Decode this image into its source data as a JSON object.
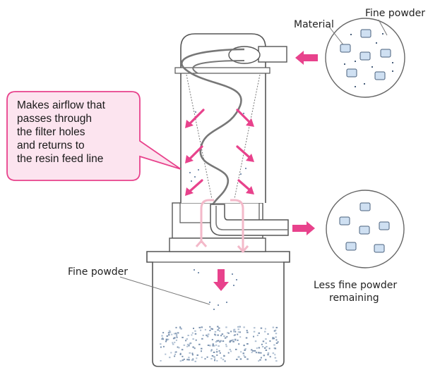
{
  "labels": {
    "material": "Material",
    "fine_powder_top": "Fine powder",
    "fine_powder_bottom": "Fine powder",
    "less_fine_powder_line1": "Less fine powder",
    "less_fine_powder_line2": "remaining"
  },
  "callout": {
    "lines": [
      "Makes airflow that",
      "passes through",
      "the filter holes",
      "and returns to",
      "the resin feed line"
    ]
  },
  "colors": {
    "arrow": "#e8428c",
    "callout_border": "#e8428c",
    "callout_fill": "#fce4ef",
    "outline": "#555555",
    "pellet": "#cfe0f2",
    "powder": "#7c93b0"
  }
}
